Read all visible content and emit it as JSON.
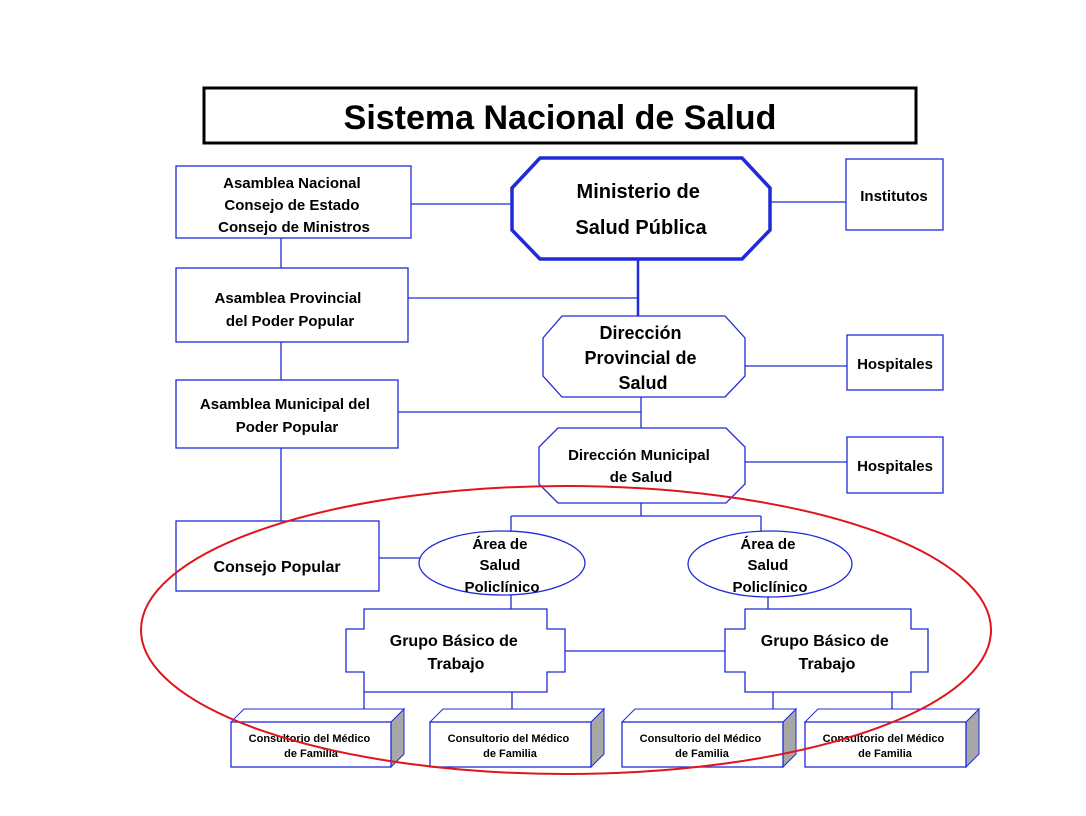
{
  "title": "Sistema Nacional de Salud",
  "colors": {
    "line": "#1f2bd6",
    "highlight": "#e0141c",
    "box_side": "#a7a7a7",
    "text": "#000000"
  },
  "nodes": {
    "asamblea_nacional": [
      "Asamblea Nacional",
      "Consejo de Estado",
      "Consejo de Ministros"
    ],
    "ministerio": [
      "Ministerio de",
      "Salud Pública"
    ],
    "institutos": "Institutos",
    "asamblea_provincial": [
      "Asamblea Provincial",
      "del Poder Popular"
    ],
    "direccion_provincial": [
      "Dirección",
      "Provincial de",
      "Salud"
    ],
    "hospitales_provincial": "Hospitales",
    "asamblea_municipal": [
      "Asamblea Municipal del",
      "Poder Popular"
    ],
    "direccion_municipal": [
      "Dirección Municipal",
      "de Salud"
    ],
    "hospitales_municipal": "Hospitales",
    "consejo_popular": "Consejo Popular",
    "area_salud_left": [
      "Área de",
      "Salud",
      "Policlínico"
    ],
    "area_salud_right": [
      "Área de",
      "Salud",
      "Policlínico"
    ],
    "grupo_basico_left": [
      "Grupo Básico de",
      "Trabajo"
    ],
    "grupo_basico_right": [
      "Grupo Básico de",
      "Trabajo"
    ],
    "consultorios": [
      [
        "Consultorio del Médico",
        "de Familia"
      ],
      [
        "Consultorio del Médico",
        "de Familia"
      ],
      [
        "Consultorio del Médico",
        "de Familia"
      ],
      [
        "Consultorio del Médico",
        "de Familia"
      ]
    ]
  }
}
